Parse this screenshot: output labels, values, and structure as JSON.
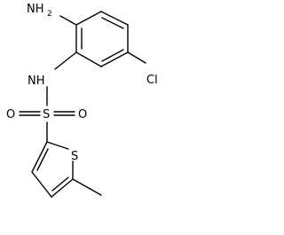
{
  "molecule": {
    "atoms": {
      "amine_n": "NH",
      "amine_h_count": "2",
      "sulfonamide_nh": "NH",
      "chlorine": "Cl",
      "sulfur_sulfonyl": "S",
      "oxygen_left": "O",
      "oxygen_right": "O",
      "thiophene_s": "S"
    }
  }
}
